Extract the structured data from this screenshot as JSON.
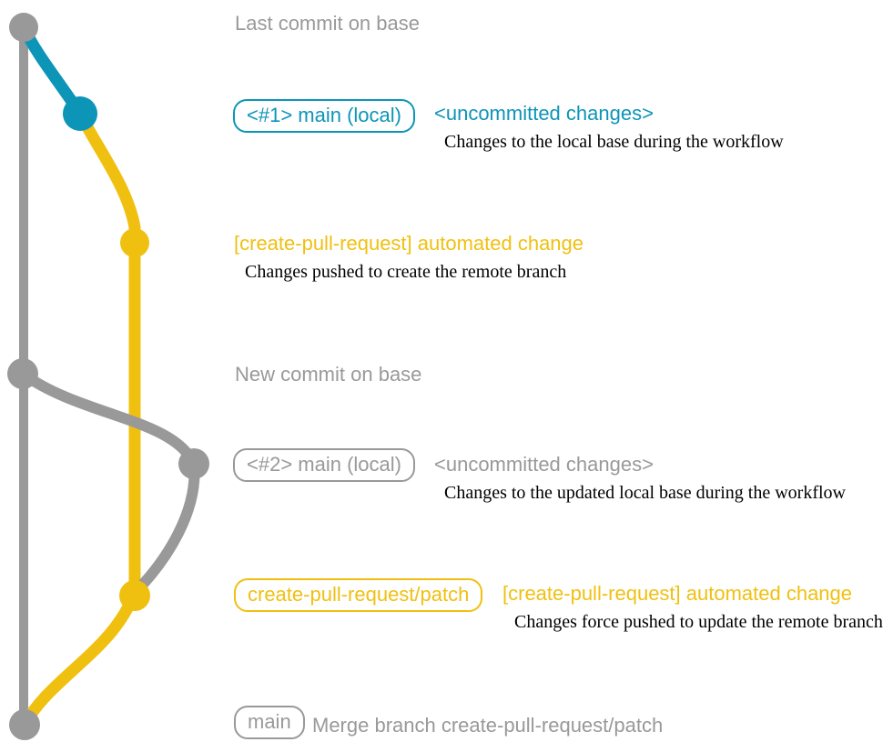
{
  "colors": {
    "gray": "#999999",
    "teal": "#0d95b8",
    "yellow": "#f0c011",
    "ink": "#000000"
  },
  "rows": {
    "base_commit": {
      "title": "Last commit on base"
    },
    "local1": {
      "badge": "<#1> main (local)",
      "heading": "<uncommitted changes>",
      "note": "Changes to the local base during the workflow"
    },
    "push1": {
      "heading": "[create-pull-request] automated change",
      "note": "Changes pushed to create the remote branch"
    },
    "new_commit": {
      "title": "New commit on base"
    },
    "local2": {
      "badge": "<#2> main (local)",
      "heading": "<uncommitted changes>",
      "note": "Changes to the updated local base during the workflow"
    },
    "push2": {
      "badge": "create-pull-request/patch",
      "heading": "[create-pull-request] automated change",
      "note": "Changes force pushed to update the remote branch"
    },
    "merge": {
      "badge": "main",
      "title": "Merge branch create-pull-request/patch"
    }
  },
  "graph": {
    "branches": [
      {
        "name": "base",
        "color_key": "gray"
      },
      {
        "name": "main-local-1",
        "color_key": "teal"
      },
      {
        "name": "create-pull-request-patch",
        "color_key": "yellow"
      },
      {
        "name": "main-local-2",
        "color_key": "gray"
      }
    ],
    "commit_sequence": [
      "last-commit-on-base",
      "main-local-1-uncommitted",
      "create-pull-request-automated-change",
      "new-commit-on-base",
      "main-local-2-uncommitted",
      "create-pull-request-force-push",
      "merge-branch-create-pull-request-patch"
    ]
  }
}
